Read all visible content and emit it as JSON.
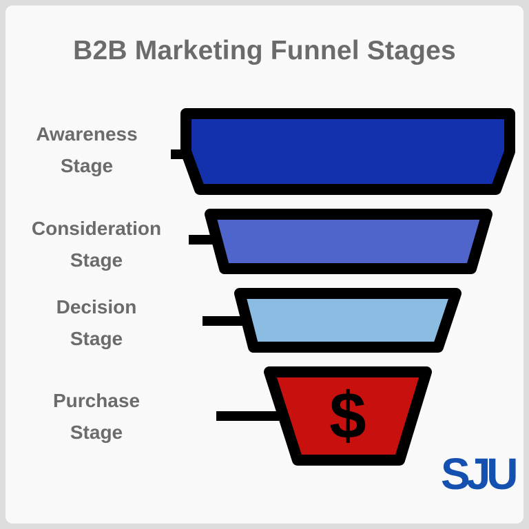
{
  "title": "B2B Marketing Funnel Stages",
  "stages": [
    {
      "line1": "Awareness",
      "line2": "Stage",
      "color": "#1431ad"
    },
    {
      "line1": "Consideration",
      "line2": "Stage",
      "color": "#5065cc"
    },
    {
      "line1": "Decision",
      "line2": "Stage",
      "color": "#8bbde3"
    },
    {
      "line1": "Purchase",
      "line2": "Stage",
      "color": "#c8100f"
    }
  ],
  "purchase_icon": "dollar-sign-icon",
  "dollar_symbol": "$",
  "logo_text": "SJU",
  "logo_color": "#1350b0"
}
